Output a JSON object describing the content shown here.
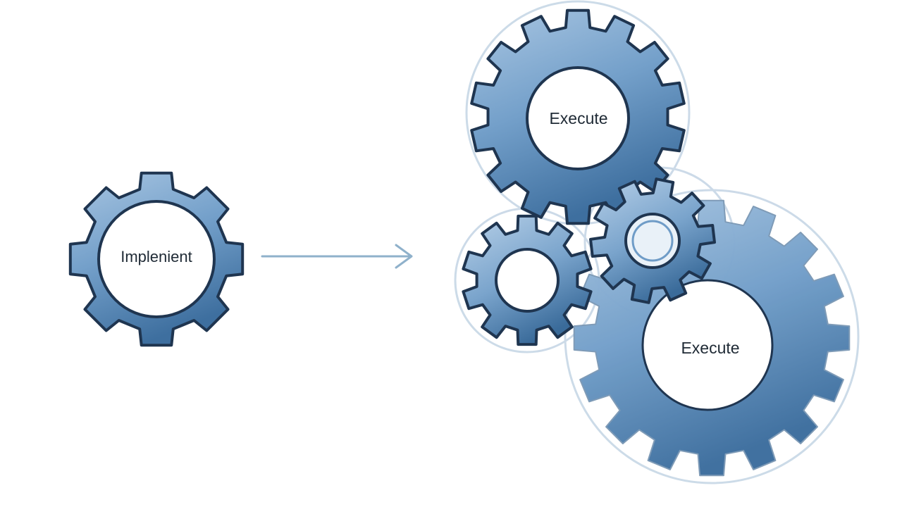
{
  "gears": {
    "implement_label": "Implenient",
    "execute_top_label": "Execute",
    "execute_bottom_label": "Execute"
  },
  "colors": {
    "gear_fill_light": "#a9c6e2",
    "gear_fill_mid": "#6f9cc7",
    "gear_fill_dark": "#3e6f9f",
    "gear_outline": "#1f3550",
    "halo": "#c7d7e6",
    "arrow": "#8fb1cb",
    "hub_fill": "#ffffff",
    "background": "#ffffff"
  }
}
